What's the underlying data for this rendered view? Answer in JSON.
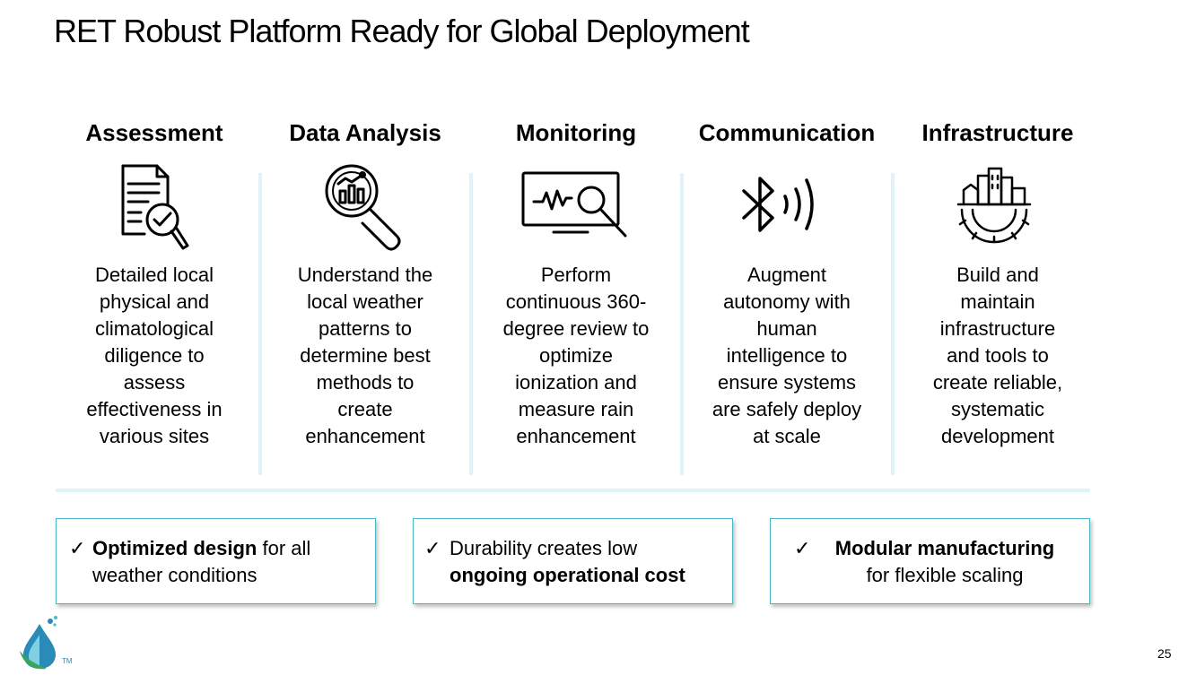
{
  "title": "RET Robust Platform Ready for Global Deployment",
  "columns": [
    {
      "heading": "Assessment",
      "icon": "document-magnifier-icon",
      "lines": [
        "Detailed local",
        "physical and",
        "climatological",
        "diligence to",
        "assess",
        "effectiveness in",
        "various sites"
      ]
    },
    {
      "heading": "Data Analysis",
      "icon": "analytics-magnifier-icon",
      "lines": [
        "Understand the",
        "local weather",
        "patterns to",
        "determine best",
        "methods to",
        "create",
        "enhancement"
      ]
    },
    {
      "heading": "Monitoring",
      "icon": "monitor-waveform-icon",
      "lines": [
        "Perform",
        "continuous 360-",
        "degree review to",
        "optimize",
        "ionization and",
        "measure rain",
        "enhancement"
      ]
    },
    {
      "heading": "Communication",
      "icon": "bluetooth-signal-icon",
      "lines": [
        "Augment",
        "autonomy with",
        "human",
        "intelligence to",
        "ensure systems",
        "are safely deploy",
        "at scale"
      ]
    },
    {
      "heading": "Infrastructure",
      "icon": "city-gear-icon",
      "lines": [
        "Build and",
        "maintain",
        "infrastructure",
        "and tools to",
        "create reliable,",
        "systematic",
        "development"
      ]
    }
  ],
  "boxes": [
    {
      "check": "✓",
      "bold": "Optimized design",
      "rest": " for all",
      "line2": "weather conditions"
    },
    {
      "check": "✓",
      "line1": "Durability creates low",
      "bold": "ongoing operational cost"
    },
    {
      "check": "✓",
      "bold": "Modular manufacturing",
      "line2": "for flexible scaling"
    }
  ],
  "logo": {
    "tm": "TM"
  },
  "page_number": "25",
  "colors": {
    "accent": "#4bb8c9",
    "separator": "#dff3f8",
    "logo_blue": "#2a8bb8",
    "logo_green": "#3aa35c"
  }
}
